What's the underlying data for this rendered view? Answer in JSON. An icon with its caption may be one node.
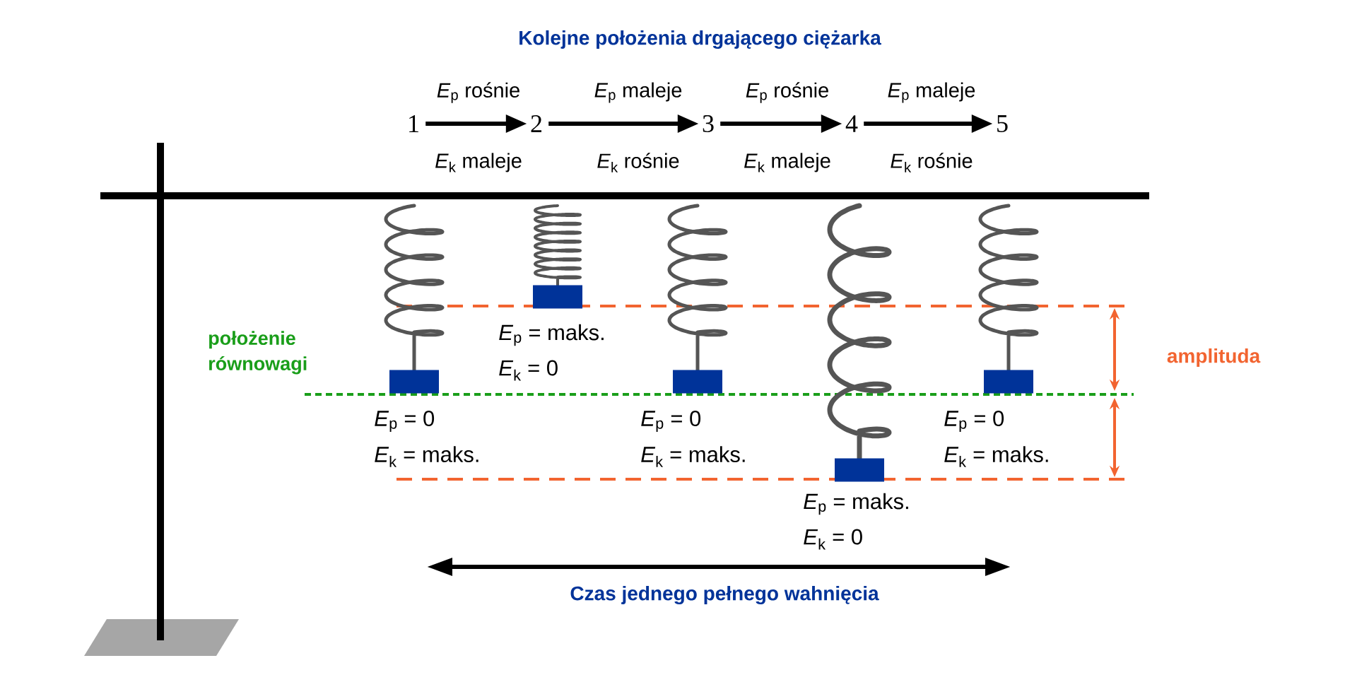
{
  "diagram": {
    "title": "Kolejne położenia drgającego ciężarka",
    "caption": "Czas jednego pełnego wahnięcia",
    "nodes": [
      {
        "text": [
          "1"
        ]
      },
      {
        "text": [
          "2"
        ]
      },
      {
        "text": [
          "3"
        ]
      },
      {
        "text": [
          "4"
        ]
      },
      {
        "text": [
          "5"
        ]
      },
      {
        "text": [],
        "shape": "box",
        "beside": [
          "*E*$_{p}$ = 0",
          "*E*$_{k}$ = maks."
        ]
      },
      {
        "text": [],
        "shape": "box",
        "beside": [
          "*E*$_{p}$ = maks.",
          "*E*$_{k}$ = 0"
        ]
      },
      {
        "text": [],
        "shape": "box",
        "beside": [
          "*E*$_{p}$ = 0",
          "*E*$_{k}$ = maks."
        ]
      },
      {
        "text": [],
        "shape": "box",
        "beside": [
          "*E*$_{p}$ = maks.",
          "*E*$_{k}$ = 0"
        ]
      },
      {
        "text": [],
        "shape": "box",
        "beside": [
          "*E*$_{p}$ = 0",
          "*E*$_{k}$ = maks."
        ]
      }
    ],
    "edges": [
      {
        "from": 0,
        "to": 1,
        "arrow": "to",
        "label": "*E*$_{p}$ rośnie"
      },
      {
        "from": 1,
        "to": 2,
        "arrow": "to",
        "label": "*E*$_{p}$ maleje"
      },
      {
        "from": 2,
        "to": 3,
        "arrow": "to",
        "label": "*E*$_{p}$ rośnie"
      },
      {
        "from": 3,
        "to": 4,
        "arrow": "to",
        "label": "*E*$_{p}$ maleje"
      }
    ],
    "labels": [
      "*E*$_{k}$ maleje",
      "*E*$_{k}$ rośnie",
      "*E*$_{k}$ maleje",
      "*E*$_{k}$ rośnie",
      "położenie równowagi",
      "amplituda"
    ]
  }
}
